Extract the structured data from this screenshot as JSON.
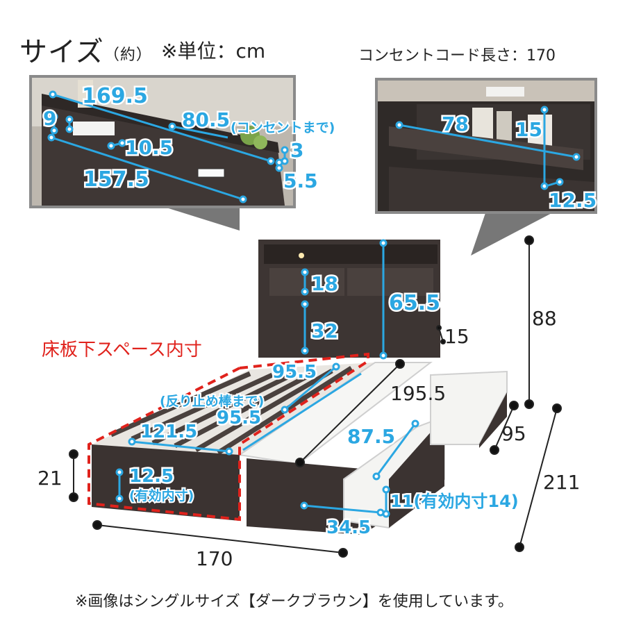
{
  "header": {
    "title": "サイズ",
    "title_paren": "（約）",
    "unit": "※単位：cm",
    "cord_length": "コンセントコード長さ：170"
  },
  "inset_left": {
    "dims": {
      "d169_5": "169.5",
      "d80_5": "80.5",
      "d80_5_note": "(コンセントまで)",
      "d9": "9",
      "d10_5": "10.5",
      "d3": "3",
      "d157_5": "157.5",
      "d5_5": "5.5"
    }
  },
  "inset_right": {
    "dims": {
      "d78": "78",
      "d15": "15",
      "d12_5": "12.5"
    }
  },
  "headboard": {
    "d18": "18",
    "d32": "32",
    "d65_5": "65.5",
    "d15": "15",
    "d88": "88"
  },
  "underfloor": {
    "label": "床板下スペース内寸",
    "d95_5_top": "95.5",
    "note": "(反り止め棒まで)",
    "d95_5": "95.5",
    "d121_5": "121.5",
    "d12_5": "12.5",
    "d12_5_note": "(有効内寸)"
  },
  "bed": {
    "d195_5": "195.5",
    "d87_5": "87.5",
    "d11": "11(有効内寸14)",
    "d34_5": "34.5",
    "d21": "21",
    "d170": "170",
    "d95": "95",
    "d211": "211"
  },
  "footer": {
    "note": "※画像はシングルサイズ【ダークブラウン】を使用しています。"
  },
  "colors": {
    "dimension_blue": "#2ba7e2",
    "headboard_brown": "#3d3533",
    "red_dash": "#e0221c",
    "inset_border": "#888888"
  }
}
